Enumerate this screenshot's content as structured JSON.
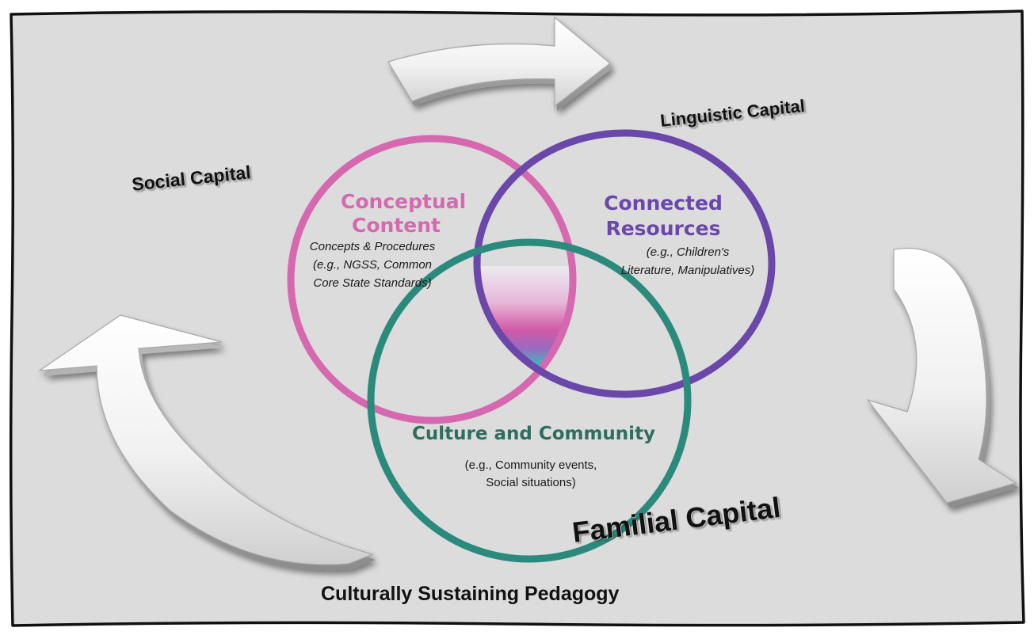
{
  "capitals": {
    "social": "Social Capital",
    "linguistic": "Linguistic Capital",
    "familial": "Familial Capital"
  },
  "circles": {
    "conceptual": {
      "title_line1": "Conceptual",
      "title_line2": "Content",
      "sub_line1": "Concepts & Procedures",
      "sub_line2": "(e.g., NGSS, Common",
      "sub_line3": "Core State Standards)",
      "color": "#d668b0"
    },
    "connected": {
      "title_line1": "Connected",
      "title_line2": "Resources",
      "sub_line1": "(e.g., Children's",
      "sub_line2": "Literature, Manipulatives)",
      "color": "#6a47a8"
    },
    "culture": {
      "title": "Culture and Community",
      "sub_line1": "(e.g., Community events,",
      "sub_line2": "Social situations)",
      "color": "#2a8a7c"
    }
  },
  "footer": {
    "title": "Culturally Sustaining Pedagogy"
  },
  "colors": {
    "panel_background": "#dcdcdc",
    "frame": "#111111",
    "title_culture": "#2d6e60"
  },
  "icons": [
    "curved-arrow-top-icon",
    "curved-arrow-right-icon",
    "curved-arrow-left-icon"
  ]
}
